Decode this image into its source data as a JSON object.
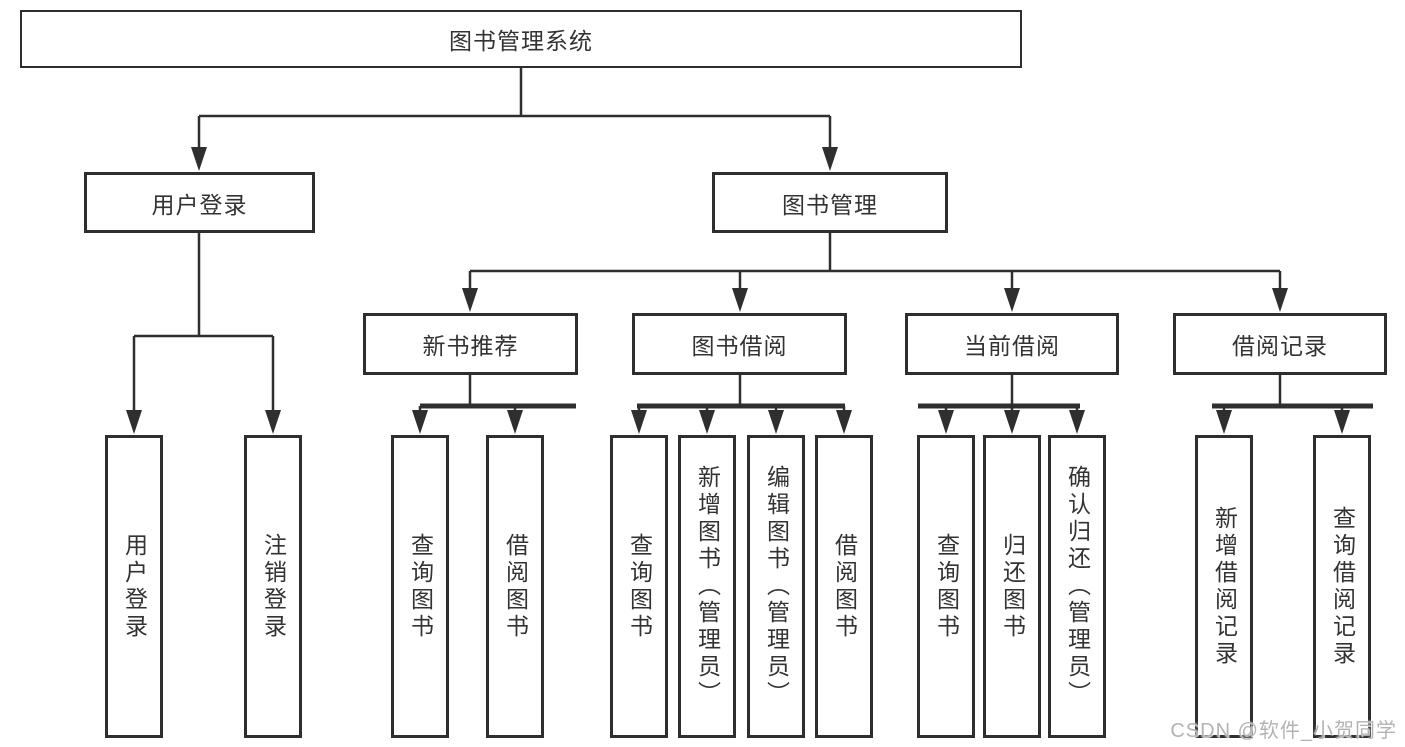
{
  "tree": {
    "root": {
      "label": "图书管理系统"
    },
    "branches": [
      {
        "label": "用户登录",
        "children": [
          {
            "label": "用户登录"
          },
          {
            "label": "注销登录"
          }
        ]
      },
      {
        "label": "图书管理",
        "sections": [
          {
            "label": "新书推荐",
            "children": [
              {
                "label": "查询图书"
              },
              {
                "label": "借阅图书"
              }
            ]
          },
          {
            "label": "图书借阅",
            "children": [
              {
                "label": "查询图书"
              },
              {
                "label": "新增图书（管理员）"
              },
              {
                "label": "编辑图书（管理员）"
              },
              {
                "label": "借阅图书"
              }
            ]
          },
          {
            "label": "当前借阅",
            "children": [
              {
                "label": "查询图书"
              },
              {
                "label": "归还图书"
              },
              {
                "label": "确认归还（管理员）"
              }
            ]
          },
          {
            "label": "借阅记录",
            "children": [
              {
                "label": "新增借阅记录"
              },
              {
                "label": "查询借阅记录"
              }
            ]
          }
        ]
      }
    ]
  },
  "watermark": {
    "text": "CSDN @软件_小贺同学"
  },
  "colors": {
    "line": "#2f2f2f",
    "border": "#2e2e2e",
    "text": "#333333",
    "watermark": "#b3b3b3",
    "background": "#ffffff"
  }
}
